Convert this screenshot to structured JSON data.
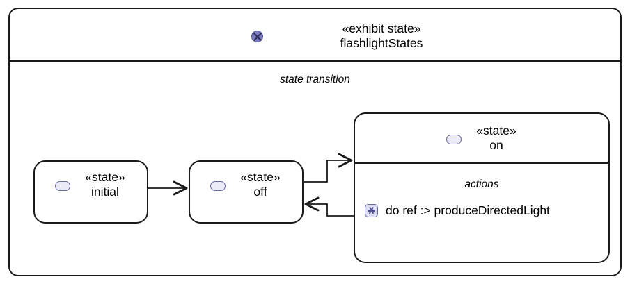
{
  "diagram": {
    "type": "UML/SysML state diagram",
    "frame": {
      "header": {
        "icon": "exhibit-state-icon",
        "keyword": "«exhibit state»",
        "name": "flashlightStates"
      },
      "body_compartment_label": "state transition"
    },
    "states": [
      {
        "id": "initial",
        "icon": "state-icon",
        "keyword": "«state»",
        "name": "initial"
      },
      {
        "id": "off",
        "icon": "state-icon",
        "keyword": "«state»",
        "name": "off"
      },
      {
        "id": "on",
        "icon": "state-icon",
        "keyword": "«state»",
        "name": "on",
        "compartment_label": "actions",
        "actions": [
          {
            "icon": "do-action-icon",
            "text": "do ref :> produceDirectedLight"
          }
        ]
      }
    ],
    "transitions": [
      {
        "from": "initial",
        "to": "off",
        "label": ""
      },
      {
        "from": "off",
        "to": "on",
        "label": ""
      },
      {
        "from": "on",
        "to": "off",
        "label": ""
      }
    ],
    "colors": {
      "stroke": "#1a1a1a",
      "background": "#ffffff",
      "icon_purple_border": "#6a6aa8",
      "icon_purple_fill": "#ebebf7",
      "exhibit_icon_fill": "#7b7bc0"
    }
  }
}
